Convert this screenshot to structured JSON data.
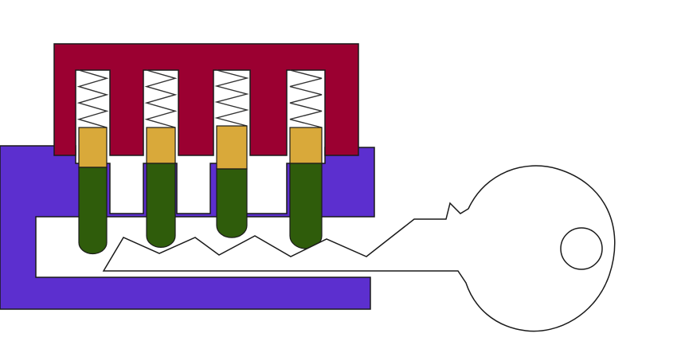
{
  "colors": {
    "background": "#ffffff",
    "housing": "#9b0031",
    "plug": "#5c2fcf",
    "key_pin": "#2f5c0b",
    "driver_pin": "#d9a93a",
    "spring": "#333333",
    "key_fill": "#ffffff",
    "outline": "#1a1a1a"
  },
  "pins": [
    {
      "index": 1,
      "shear_line_aligned": true
    },
    {
      "index": 2,
      "shear_line_aligned": true
    },
    {
      "index": 3,
      "shear_line_aligned": false
    },
    {
      "index": 4,
      "shear_line_aligned": true
    }
  ],
  "icons": {
    "key": "key-icon",
    "spring": "spring-icon"
  }
}
